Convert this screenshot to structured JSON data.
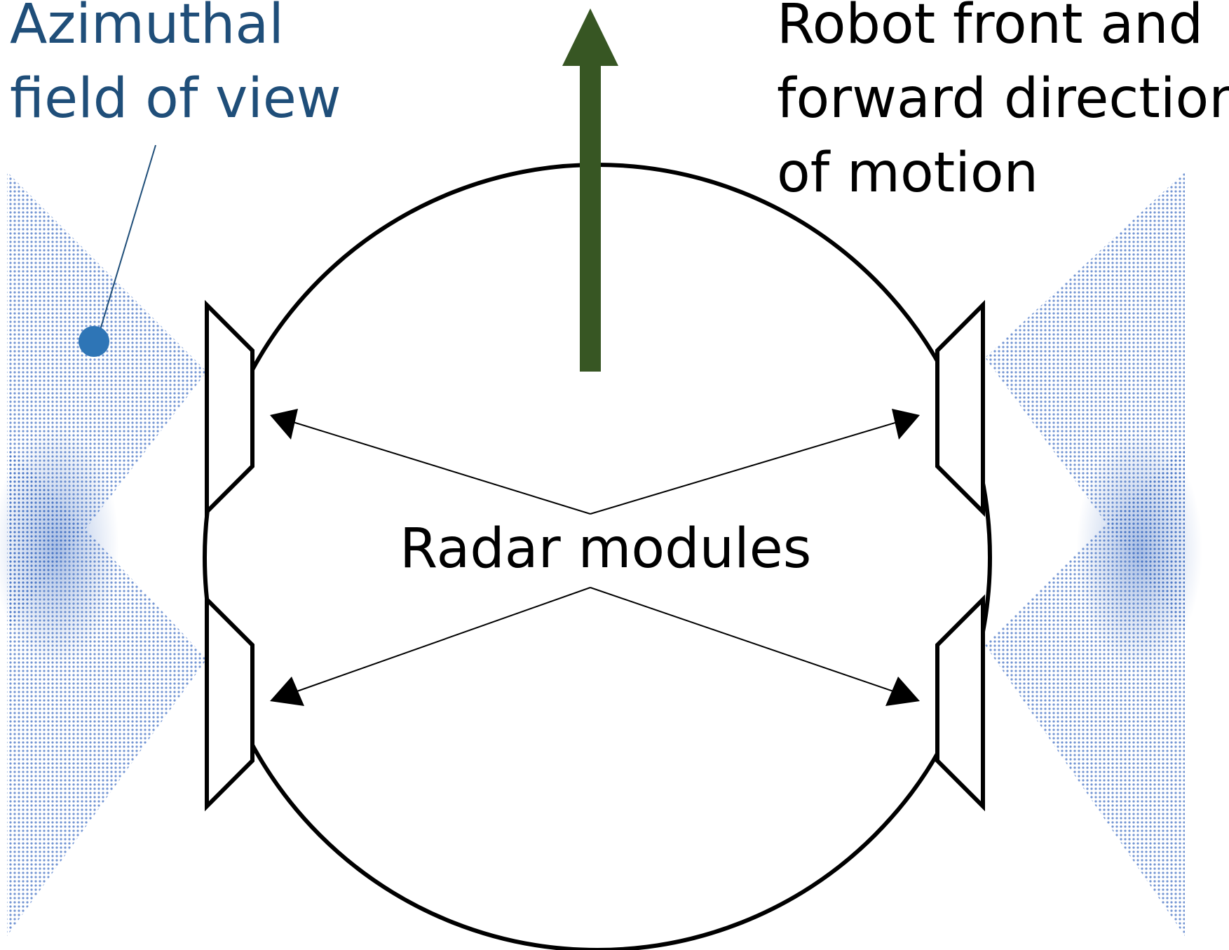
{
  "fov_label": {
    "line1": "Azimuthal",
    "line2": "field of view"
  },
  "robot_label": {
    "line1": "Robot front and",
    "line2": "forward direction",
    "line3": "of motion"
  },
  "radar_label": "Radar modules",
  "colors": {
    "fov_fill": "#4472c4",
    "fov_label_text": "#1f4e79",
    "marker_dot": "#2e75b6",
    "forward_arrow": "#375623",
    "outline": "#000000"
  },
  "icons": {
    "forward_arrow": "up-arrow-icon",
    "label_marker": "dot-marker-icon"
  }
}
